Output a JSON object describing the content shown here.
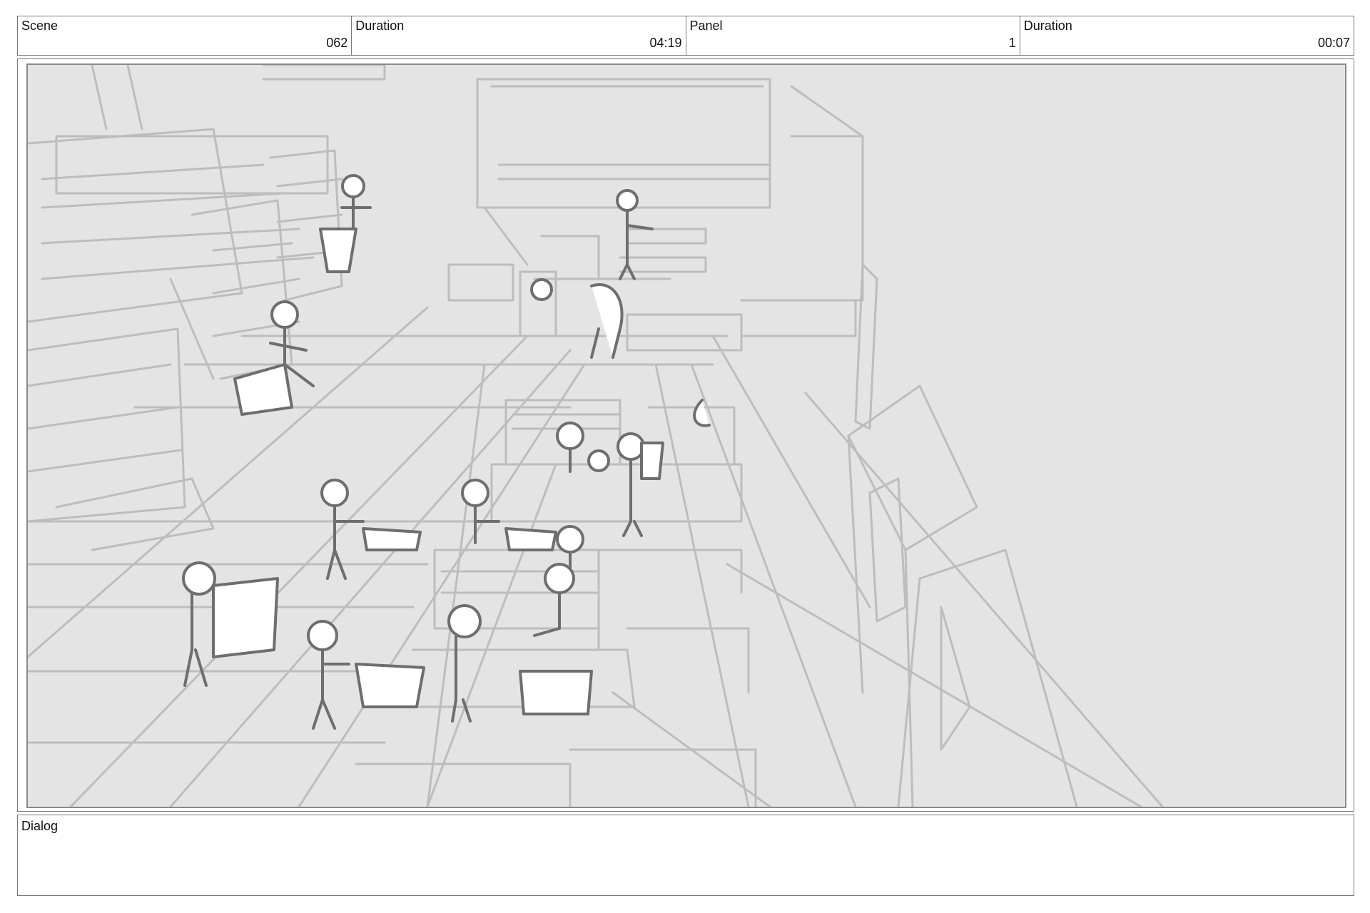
{
  "header": {
    "scene": {
      "label": "Scene",
      "value": "062"
    },
    "scene_duration": {
      "label": "Duration",
      "value": "04:19"
    },
    "panel": {
      "label": "Panel",
      "value": "1"
    },
    "panel_duration": {
      "label": "Duration",
      "value": "00:07"
    }
  },
  "dialog": {
    "label": "Dialog",
    "text": ""
  },
  "colors": {
    "border": "#7a7a7a",
    "panel_background": "#e4e4e4",
    "sketch_light": "#bdbdbd",
    "sketch_dark": "#6e6e6e"
  }
}
